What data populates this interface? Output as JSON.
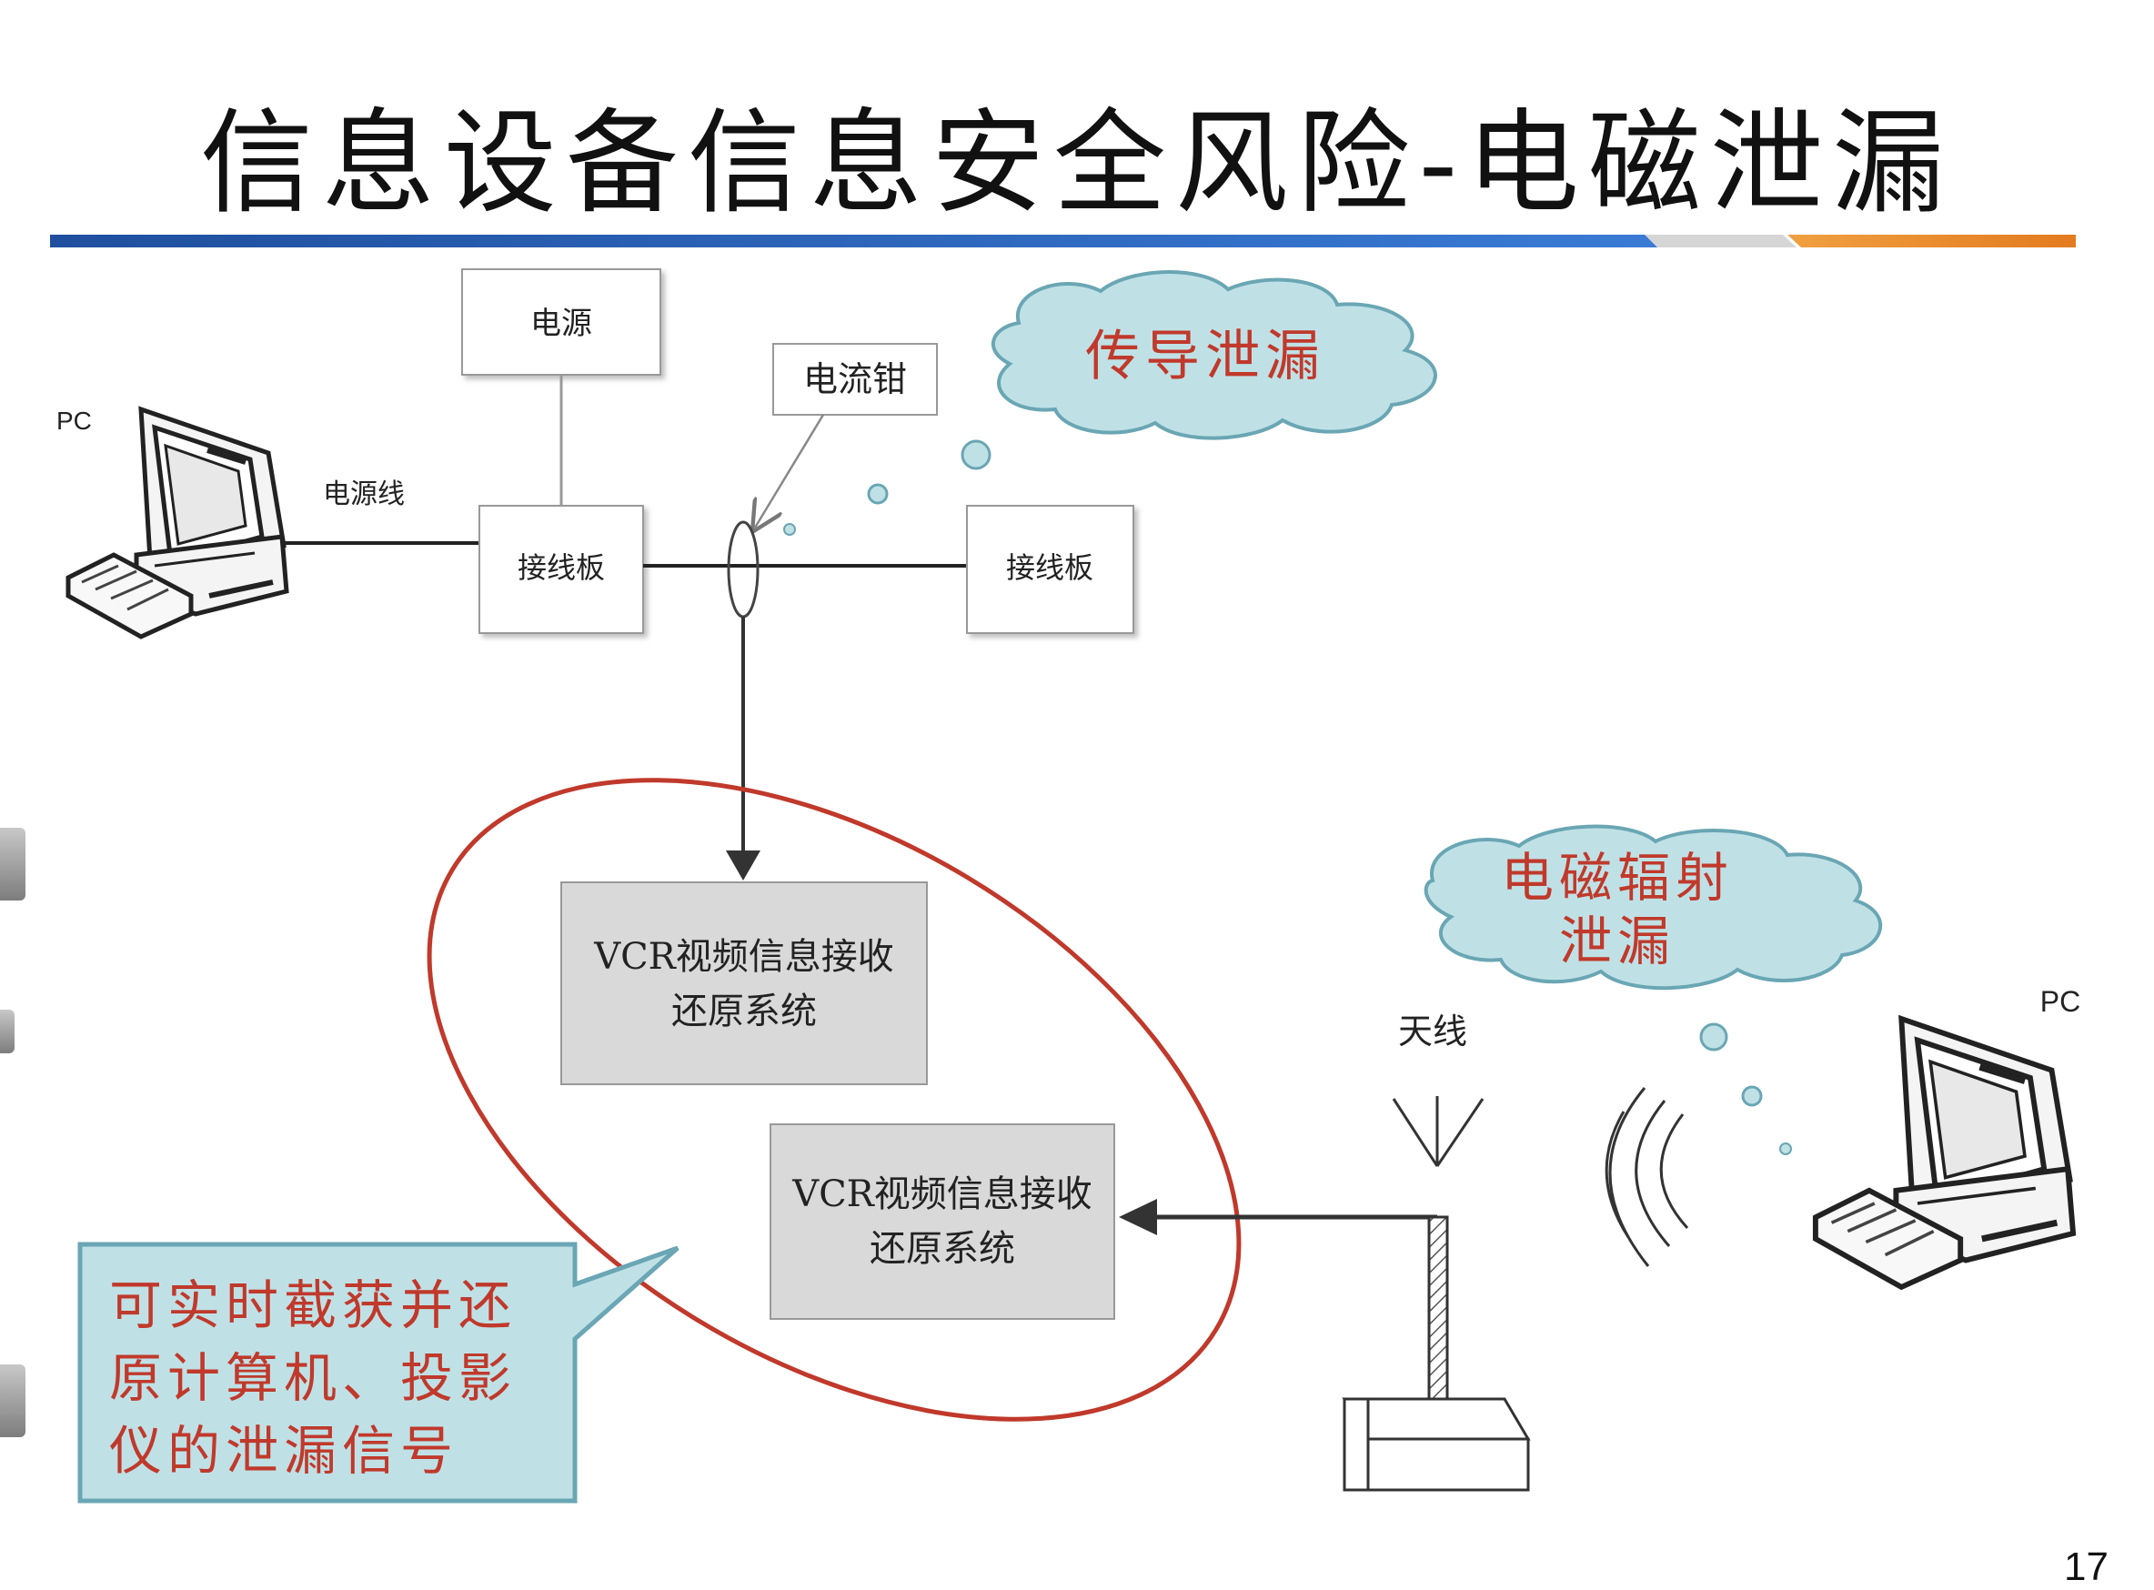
{
  "slide": {
    "title": "信息设备信息安全风险-电磁泄漏",
    "page_number": "17"
  },
  "conducted": {
    "power_label": "电源",
    "clamp_label": "电流钳",
    "pc_label": "PC",
    "power_cord_label": "电源线",
    "strip_left_label": "接线板",
    "strip_right_label": "接线板",
    "cloud_label": "传导泄漏"
  },
  "radiated": {
    "cloud_line1": "电磁辐射",
    "cloud_line2": "泄漏",
    "antenna_label": "天线",
    "pc_label": "PC"
  },
  "receivers": {
    "top_line1": "VCR视频信息接收",
    "top_line2": "还原系统",
    "bottom_line1": "VCR视频信息接收",
    "bottom_line2": "还原系统"
  },
  "callout": {
    "line1": "可实时截获并还",
    "line2": "原计算机、投影",
    "line3": "仪的泄漏信号"
  },
  "colors": {
    "cloud_fill": "#bfe1e6",
    "cloud_stroke": "#6aa6b4",
    "cloud_text": "#c0392b",
    "callout_fill": "#bfe1e6",
    "callout_stroke": "#6aa6b4",
    "ellipse_stroke": "#c0392b",
    "receiver_fill": "#d9d9d9",
    "rule_blue": "#2a63b8",
    "rule_gray": "#d0d0d0",
    "rule_orange": "#e8862a"
  }
}
